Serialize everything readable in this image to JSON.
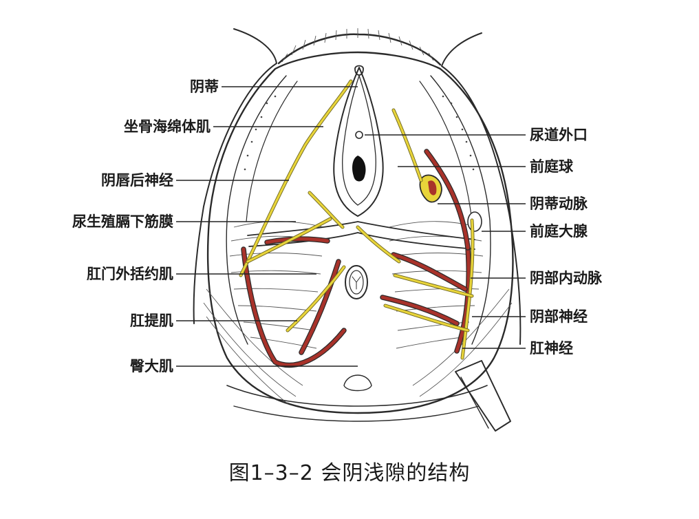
{
  "figure": {
    "caption": "图1–3–2    会阴浅隙的结构",
    "labels_left": [
      {
        "id": "clitoris",
        "text": "阴蒂"
      },
      {
        "id": "bulbospongiosus",
        "text": "坐骨海绵体肌"
      },
      {
        "id": "posterior-labial-nerve",
        "text": "阴唇后神经"
      },
      {
        "id": "inferior-fascia-urogenital-diaphragm",
        "text": "尿生殖膈下筋膜"
      },
      {
        "id": "external-anal-sphincter",
        "text": "肛门外括约肌"
      },
      {
        "id": "levator-ani",
        "text": "肛提肌"
      },
      {
        "id": "gluteus-maximus",
        "text": "臀大肌"
      }
    ],
    "labels_right": [
      {
        "id": "external-urethral-orifice",
        "text": "尿道外口"
      },
      {
        "id": "vestibular-bulb",
        "text": "前庭球"
      },
      {
        "id": "clitoral-artery",
        "text": "阴蒂动脉"
      },
      {
        "id": "greater-vestibular-gland",
        "text": "前庭大腺"
      },
      {
        "id": "internal-pudendal-artery",
        "text": "阴部内动脉"
      },
      {
        "id": "pudendal-nerve",
        "text": "阴部神经"
      },
      {
        "id": "anal-nerve",
        "text": "肛神经"
      }
    ],
    "colors": {
      "artery": "#a8322a",
      "nerve": "#e8d43a",
      "ink": "#2a2a2a"
    }
  }
}
